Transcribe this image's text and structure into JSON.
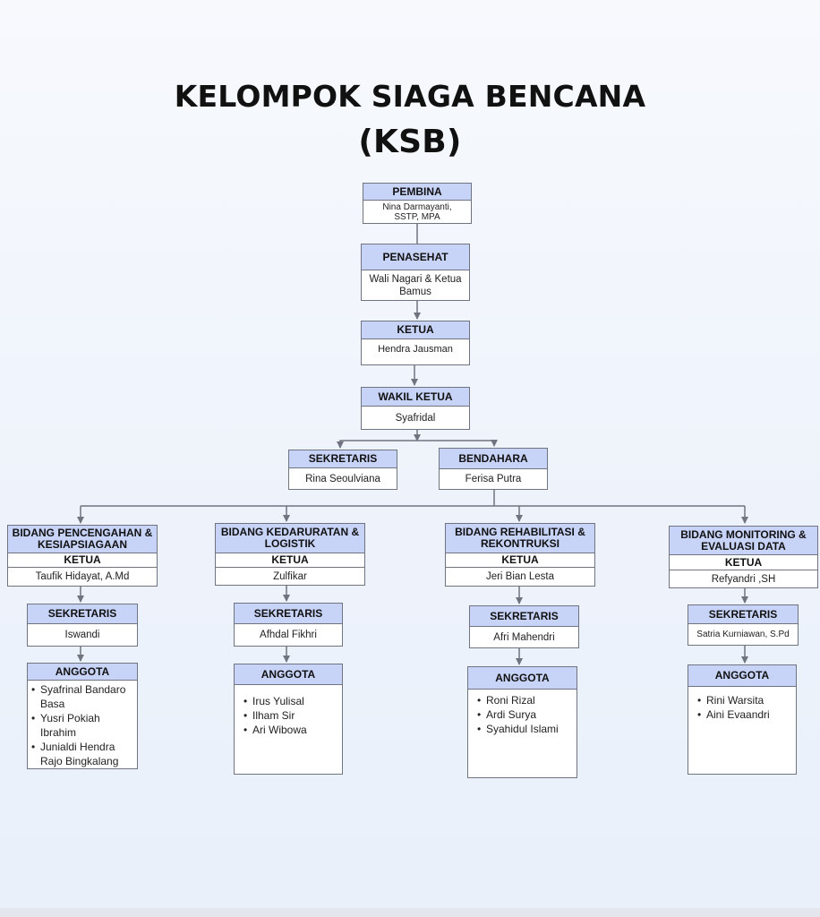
{
  "title": {
    "line1": "KELOMPOK SIAGA BENCANA",
    "line2": "(KSB)"
  },
  "pembina": {
    "header": "PEMBINA",
    "name": "Nina  Darmayanti, SSTP, MPA"
  },
  "penasehat": {
    "header": "PENASEHAT",
    "name": "Wali Nagari  & Ketua Bamus"
  },
  "ketua": {
    "header": "KETUA",
    "name": "Hendra Jausman"
  },
  "wakil_ketua": {
    "header": "WAKIL KETUA",
    "name": "Syafridal"
  },
  "sekretaris": {
    "header": "SEKRETARIS",
    "name": "Rina Seoulviana"
  },
  "bendahara": {
    "header": "BENDAHARA",
    "name": "Ferisa Putra"
  },
  "bidang": [
    {
      "title": "BIDANG PENCENGAHAN & KESIAPSIAGAAN",
      "ketua_label": "KETUA",
      "ketua_name": "Taufik Hidayat, A.Md",
      "sekretaris_label": "SEKRETARIS",
      "sekretaris_name": "Iswandi",
      "anggota_label": "ANGGOTA",
      "anggota": [
        "Syafrinal   Bandaro Basa",
        "Yusri Pokiah Ibrahim",
        "Junialdi Hendra Rajo Bingkalang"
      ]
    },
    {
      "title": "BIDANG KEDARURATAN & LOGISTIK",
      "ketua_label": "KETUA",
      "ketua_name": "Zulfikar",
      "sekretaris_label": "SEKRETARIS",
      "sekretaris_name": "Afhdal Fikhri",
      "anggota_label": "ANGGOTA",
      "anggota": [
        "Irus Yulisal",
        "Ilham Sir",
        "Ari Wibowa"
      ]
    },
    {
      "title": "BIDANG REHABILITASI & REKONTRUKSI",
      "ketua_label": "KETUA",
      "ketua_name": "Jeri Bian Lesta",
      "sekretaris_label": "SEKRETARIS",
      "sekretaris_name": "Afri Mahendri",
      "anggota_label": "ANGGOTA",
      "anggota": [
        "Roni Rizal",
        "Ardi Surya",
        "Syahidul Islami"
      ]
    },
    {
      "title": "BIDANG MONITORING & EVALUASI DATA",
      "ketua_label": "KETUA",
      "ketua_name": "Refyandri ,SH",
      "sekretaris_label": "SEKRETARIS",
      "sekretaris_name": "Satria Kurniawan, S.Pd",
      "anggota_label": "ANGGOTA",
      "anggota": [
        "Rini Warsita",
        "Aini Evaandri"
      ]
    }
  ]
}
